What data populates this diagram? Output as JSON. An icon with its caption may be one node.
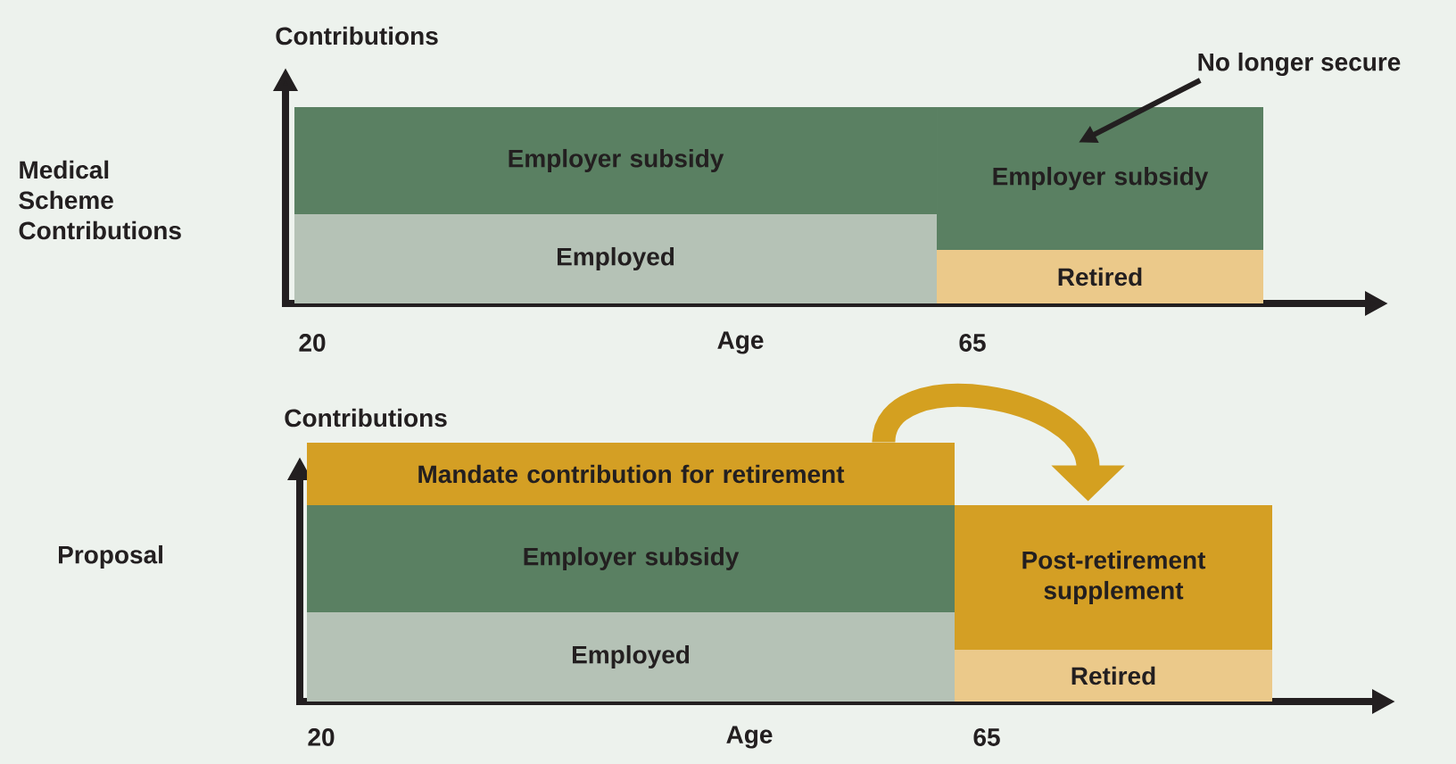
{
  "diagram": {
    "nodes": [
      {
        "text": [
          "Employer subsidy"
        ]
      },
      {
        "text": [
          "Employed"
        ]
      },
      {
        "text": [
          "Employer subsidy"
        ]
      },
      {
        "text": [
          "Retired"
        ]
      },
      {
        "text": [
          "No longer secure"
        ]
      },
      {
        "text": [
          "Mandate contribution for retirement"
        ]
      },
      {
        "text": [
          "Employer subsidy"
        ]
      },
      {
        "text": [
          "Employed"
        ]
      },
      {
        "text": [
          "Post-retirement supplement"
        ]
      },
      {
        "text": [
          "Retired"
        ]
      }
    ],
    "edges": [
      {
        "from": 4,
        "to": 2,
        "arrow": "to"
      },
      {
        "from": 5,
        "to": 8,
        "arrow": "to",
        "style": "thick",
        "color": "#d4a020"
      }
    ],
    "labels": [
      "Contributions",
      "Medical Scheme Contributions",
      "20",
      "Age",
      "65",
      "Contributions",
      "Proposal",
      "20",
      "Age",
      "65"
    ]
  }
}
